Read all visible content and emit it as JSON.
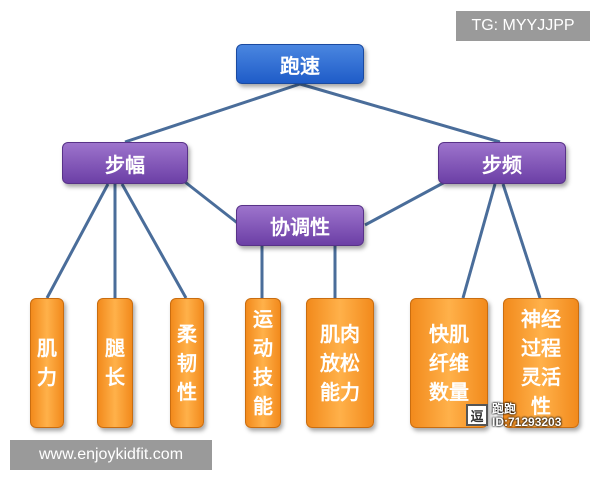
{
  "watermark_tg": "TG: MYYJJPP",
  "watermark_site": "www.enjoykidfit.com",
  "watermark_id": {
    "logo": "逗",
    "brand": "跑跑",
    "id": "ID:71293203"
  },
  "nodes": {
    "root": "跑速",
    "stride_length": "步幅",
    "stride_frequency": "步频",
    "coordination": "协调性",
    "muscle_strength": "肌\n力",
    "leg_length": "腿\n长",
    "flexibility": "柔\n韧\n性",
    "motor_skills": "运\n动\n技\n能",
    "muscle_relaxation": "肌肉\n放松\n能力",
    "fast_twitch_fiber_count": "快肌\n纤维\n数量",
    "neural_flexibility": "神经\n过程\n灵活\n性"
  },
  "colors": {
    "root": "#2a6ad8",
    "middle": "#7b4fb8",
    "leaf": "#f59a2a",
    "connector": "#4a6d9a"
  }
}
